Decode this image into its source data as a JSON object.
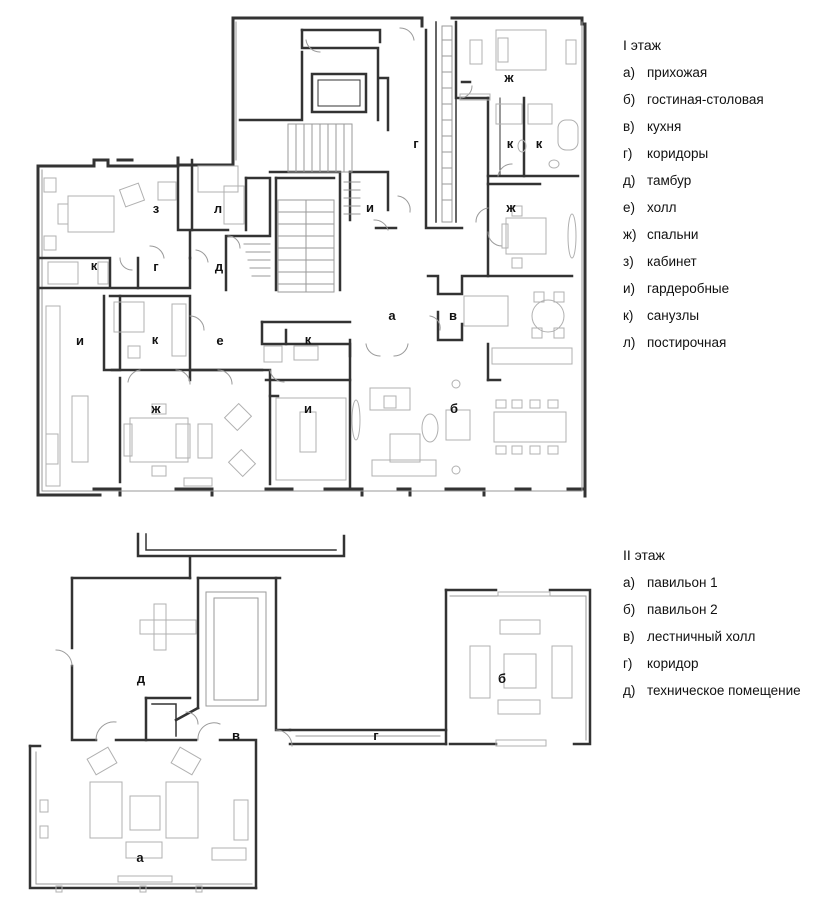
{
  "floor1": {
    "title": "I этаж",
    "items": [
      {
        "key": "а)",
        "label": "прихожая"
      },
      {
        "key": "б)",
        "label": "гостиная-столовая"
      },
      {
        "key": "в)",
        "label": "кухня"
      },
      {
        "key": "г)",
        "label": "коридоры"
      },
      {
        "key": "д)",
        "label": "тамбур"
      },
      {
        "key": "е)",
        "label": "холл"
      },
      {
        "key": "ж)",
        "label": "спальни"
      },
      {
        "key": "з)",
        "label": "кабинет"
      },
      {
        "key": "и)",
        "label": "гардеробные"
      },
      {
        "key": "к)",
        "label": "санузлы"
      },
      {
        "key": "л)",
        "label": "постирочная"
      }
    ],
    "room_letters": {
      "zh_top": "ж",
      "k1": "к",
      "k2": "к",
      "g": "г",
      "zh_right": "ж",
      "z": "з",
      "l": "л",
      "i_small": "и",
      "k_left": "к",
      "g_small": "г",
      "d": "д",
      "a": "а",
      "v": "в",
      "i_big": "и",
      "k_mid": "к",
      "e": "е",
      "k_small": "к",
      "zh_bottom": "ж",
      "i_bottom": "и",
      "b": "б"
    }
  },
  "floor2": {
    "title": "II этаж",
    "items": [
      {
        "key": "а)",
        "label": "павильон 1"
      },
      {
        "key": "б)",
        "label": "павильон 2"
      },
      {
        "key": "в)",
        "label": "лестничный холл"
      },
      {
        "key": "г)",
        "label": "коридор"
      },
      {
        "key": "д)",
        "label": "техническое помещение"
      }
    ],
    "room_letters": {
      "d": "д",
      "b": "б",
      "v": "в",
      "g": "г",
      "a": "а"
    }
  },
  "colors": {
    "wall": "#333333",
    "thin": "#9a9a9a",
    "furniture": "#b0b0b0",
    "text": "#111111"
  }
}
